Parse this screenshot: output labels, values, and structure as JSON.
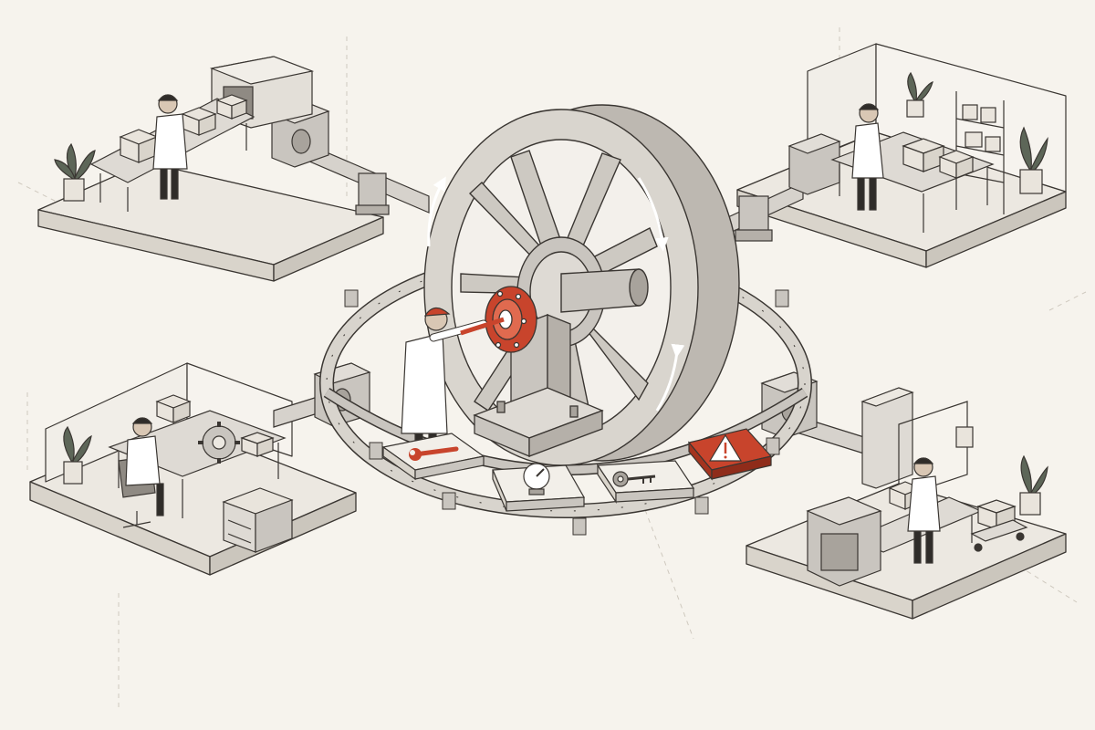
{
  "palette": {
    "background": "#f6f3ed",
    "platform_top": "#ece8e1",
    "platform_side": "#d9d4cb",
    "ink": "#3a3632",
    "metal": "#c9c5bf",
    "metal_light": "#dedad4",
    "metal_dark": "#a8a39c",
    "accent_red": "#c8442c",
    "coat_white": "#ffffff",
    "box": "#e9e4dc",
    "plant_green": "#5d6658"
  },
  "stations": [
    {
      "id": "packing-top-left",
      "activity": "packing"
    },
    {
      "id": "storage-top-right",
      "activity": "storage"
    },
    {
      "id": "desk-bottom-left",
      "activity": "design"
    },
    {
      "id": "production-bottom-right",
      "activity": "production"
    }
  ],
  "tool_trays": [
    {
      "icon": "wrench-icon"
    },
    {
      "icon": "gauge-icon"
    },
    {
      "icon": "key-icon"
    },
    {
      "icon": "warning-icon",
      "highlight": true
    }
  ]
}
